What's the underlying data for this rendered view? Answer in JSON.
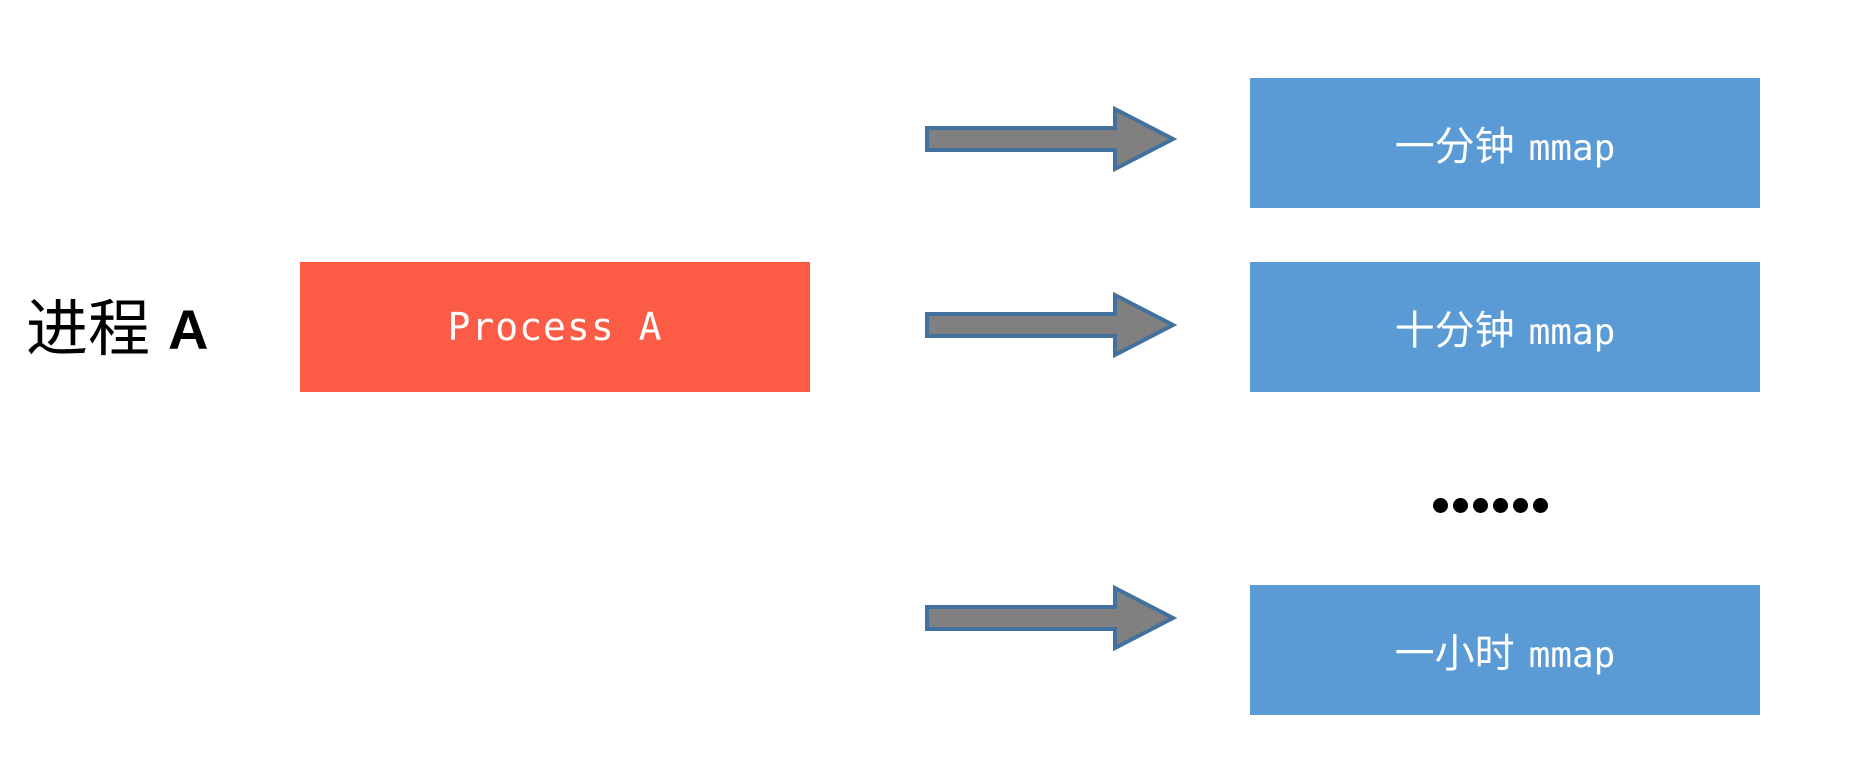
{
  "diagram": {
    "title_label": "进程 A",
    "title_label_cjk": "进程",
    "title_label_latin": "A",
    "background_color": "#FFFFFF",
    "process_box": {
      "label": "Process A",
      "fill_color": "#FC5C45",
      "text_color": "#FFFFFF"
    },
    "arrows": [
      {
        "name": "arrow-to-one-minute",
        "fill_color": "#808080",
        "border_color": "#41719C"
      },
      {
        "name": "arrow-to-ten-minutes",
        "fill_color": "#808080",
        "border_color": "#41719C"
      },
      {
        "name": "arrow-to-one-hour",
        "fill_color": "#808080",
        "border_color": "#41719C"
      }
    ],
    "mmap_boxes": [
      {
        "cjk": "一分钟",
        "mono": "mmap",
        "full_label": "一分钟 mmap",
        "fill_color": "#5B9BD5",
        "text_color": "#FFFFFF"
      },
      {
        "cjk": "十分钟",
        "mono": "mmap",
        "full_label": "十分钟 mmap",
        "fill_color": "#5B9BD5",
        "text_color": "#FFFFFF"
      },
      {
        "cjk": "一小时",
        "mono": "mmap",
        "full_label": "一小时 mmap",
        "fill_color": "#5B9BD5",
        "text_color": "#FFFFFF"
      }
    ],
    "ellipsis": {
      "label": "……",
      "dot_count": 6,
      "color": "#000000"
    }
  }
}
